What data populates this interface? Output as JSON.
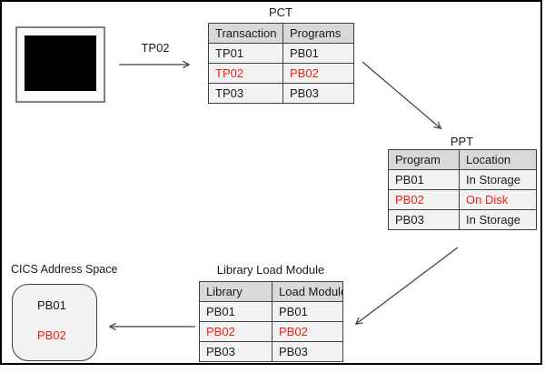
{
  "colors": {
    "highlight": "#f01f14",
    "table_header_bg": "#d9d9d9",
    "table_row_bg": "#f2f2f2",
    "table_border": "#404040",
    "arrow": "#404040",
    "frame_border": "#000000"
  },
  "flow": {
    "input_label": "TP02"
  },
  "tables": {
    "pct": {
      "title": "PCT",
      "headers": [
        "Transaction",
        "Programs"
      ],
      "rows": [
        [
          "TP01",
          "PB01"
        ],
        [
          "TP02",
          "PB02"
        ],
        [
          "TP03",
          "PB03"
        ]
      ],
      "highlighted_row": "TP02"
    },
    "ppt": {
      "title": "PPT",
      "headers": [
        "Program",
        "Location"
      ],
      "rows": [
        [
          "PB01",
          "In Storage"
        ],
        [
          "PB02",
          "On Disk"
        ],
        [
          "PB03",
          "In Storage"
        ]
      ],
      "highlighted_row": "PB02"
    },
    "library": {
      "title": "Library Load Module",
      "headers": [
        "Library",
        "Load Module"
      ],
      "rows": [
        [
          "PB01",
          "PB01"
        ],
        [
          "PB02",
          "PB02"
        ],
        [
          "PB03",
          "PB03"
        ]
      ],
      "highlighted_row": "PB02"
    }
  },
  "address_space": {
    "title": "CICS Address Space",
    "items": [
      {
        "label": "PB01"
      },
      {
        "label": "PB02"
      }
    ]
  }
}
